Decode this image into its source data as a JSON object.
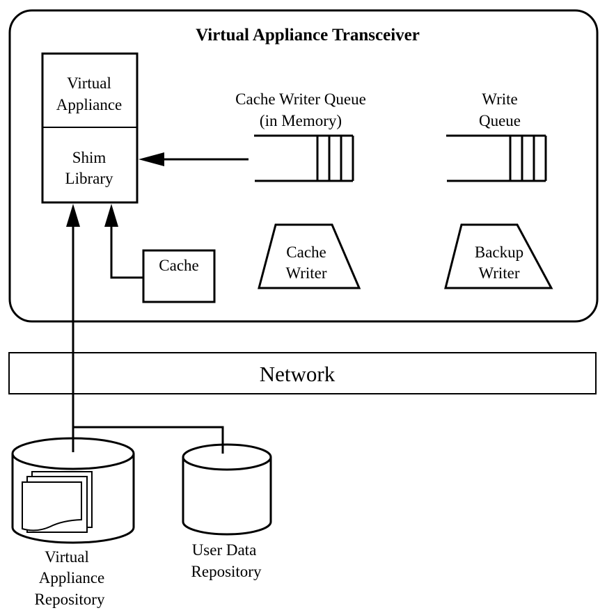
{
  "title": "Virtual Appliance Transceiver",
  "components": {
    "virtual_appliance": {
      "lines": [
        "Virtual",
        "Appliance"
      ]
    },
    "shim_library": {
      "lines": [
        "Shim",
        "Library"
      ]
    },
    "cache_writer_queue": {
      "lines": [
        "Cache Writer Queue",
        "(in Memory)"
      ],
      "slots": 3
    },
    "write_queue": {
      "lines": [
        "Write",
        "Queue"
      ],
      "slots": 3
    },
    "cache": {
      "label": "Cache"
    },
    "cache_writer": {
      "lines": [
        "Cache",
        "Writer"
      ]
    },
    "backup_writer": {
      "lines": [
        "Backup",
        "Writer"
      ]
    }
  },
  "network": {
    "label": "Network"
  },
  "repositories": {
    "virtual_appliance_repository": {
      "lines": [
        "Virtual",
        "Appliance",
        "Repository"
      ]
    },
    "user_data_repository": {
      "lines": [
        "User Data",
        "Repository"
      ]
    }
  },
  "connections": [
    {
      "from": "cache_writer_queue",
      "to": "shim_library",
      "arrow": "to"
    },
    {
      "from": "cache",
      "to": "shim_library",
      "arrow": "to"
    },
    {
      "from": "virtual_appliance_repository",
      "to": "shim_library",
      "arrow": "to"
    },
    {
      "from": "user_data_repository",
      "to": "virtual_appliance_repository",
      "arrow": "none"
    }
  ]
}
